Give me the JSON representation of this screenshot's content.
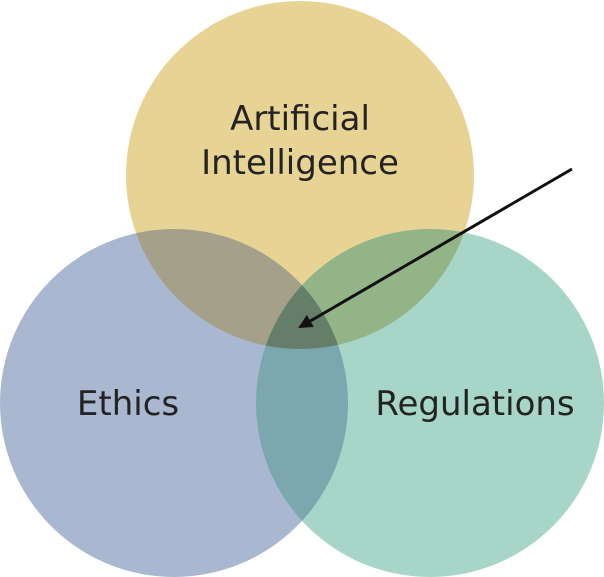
{
  "diagram": {
    "type": "venn",
    "circles": [
      {
        "label_lines": [
          "Artificial",
          "Intelligence"
        ],
        "color": "#E7D495"
      },
      {
        "label_lines": [
          "Ethics"
        ],
        "color": "#A9B8D0"
      },
      {
        "label_lines": [
          "Regulations"
        ],
        "color": "#A7D6C8"
      }
    ],
    "overlap_colors": {
      "ai_ethics": "#A5A089",
      "ai_regulations": "#92B487",
      "ethics_regulations": "#7DA7AE",
      "center": "#657E6A"
    },
    "arrow": {
      "color": "#111111",
      "target": "center-overlap"
    }
  }
}
